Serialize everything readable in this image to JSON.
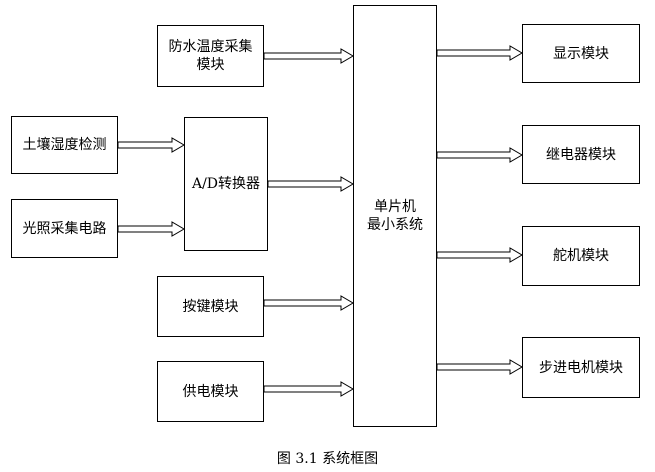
{
  "nodes": {
    "waterproof_temp": "防水温度采集\n模块",
    "soil_humidity": "土壤湿度检测",
    "light_collect": "光照采集电路",
    "ad_converter": "A/D转换器",
    "keypad": "按键模块",
    "power_supply": "供电模块",
    "mcu": "单片机\n最小系统",
    "display": "显示模块",
    "relay": "继电器模块",
    "servo": "舵机模块",
    "stepper": "步进电机模块"
  },
  "caption": "图 3.1  系统框图",
  "colors": {
    "stroke": "#000000",
    "background": "#ffffff"
  }
}
